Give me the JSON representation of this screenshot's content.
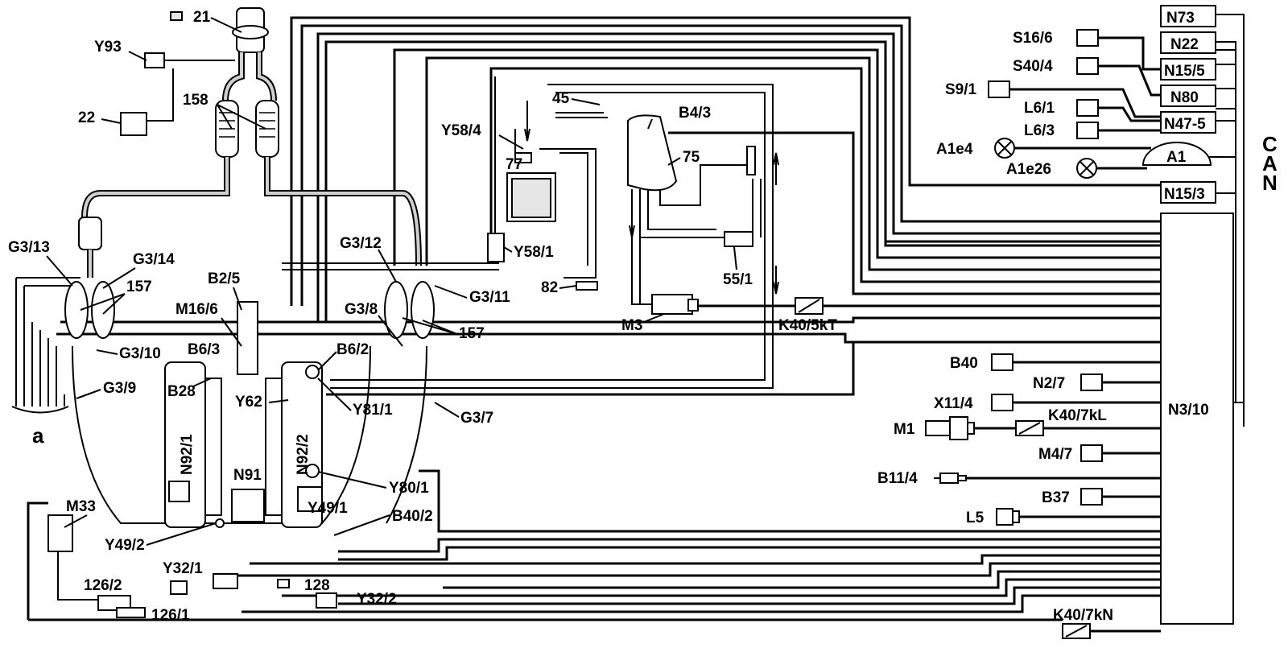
{
  "labels": {
    "n73": "N73",
    "n22": "N22",
    "n15_5": "N15/5",
    "n80": "N80",
    "n47_5": "N47-5",
    "a1": "A1",
    "n15_3": "N15/3",
    "n3_10": "N3/10",
    "can_c": "C",
    "can_a": "A",
    "can_n": "N",
    "s16_6": "S16/6",
    "s40_4": "S40/4",
    "s9_1": "S9/1",
    "l6_1": "L6/1",
    "l6_3": "L6/3",
    "a1e4": "A1e4",
    "a1e26": "A1e26",
    "b40": "B40",
    "n2_7": "N2/7",
    "x11_4": "X11/4",
    "m1": "M1",
    "k40_7kl": "K40/7kL",
    "m4_7": "M4/7",
    "b11_4": "B11/4",
    "b37": "B37",
    "l5": "L5",
    "k40_7kn": "K40/7kN",
    "k40_5kt": "K40/5kT",
    "n21": "21",
    "y93": "Y93",
    "n22s": "22",
    "n158": "158",
    "g3_13": "G3/13",
    "g3_14": "G3/14",
    "n157a": "157",
    "b2_5": "B2/5",
    "m16_6": "M16/6",
    "g3_10": "G3/10",
    "b6_3": "B6/3",
    "b28": "B28",
    "g3_9": "G3/9",
    "a": "a",
    "n92_1": "N92/1",
    "n91": "N91",
    "y62": "Y62",
    "n92_2": "N92/2",
    "b6_2": "B6/2",
    "y81_1": "Y81/1",
    "g3_7": "G3/7",
    "y80_1": "Y80/1",
    "y49_1": "Y49/1",
    "b40_2": "B40/2",
    "y49_2": "Y49/2",
    "m33": "M33",
    "y32_1": "Y32/1",
    "n126_2": "126/2",
    "n126_1": "126/1",
    "n128": "128",
    "y32_2": "Y32/2",
    "g3_12": "G3/12",
    "g3_11": "G3/11",
    "g3_8": "G3/8",
    "n157b": "157",
    "n45": "45",
    "y58_4": "Y58/4",
    "n77": "77",
    "b4_3": "B4/3",
    "n75": "75",
    "y58_1": "Y58/1",
    "n82": "82",
    "n55_1": "55/1",
    "m3": "M3"
  }
}
